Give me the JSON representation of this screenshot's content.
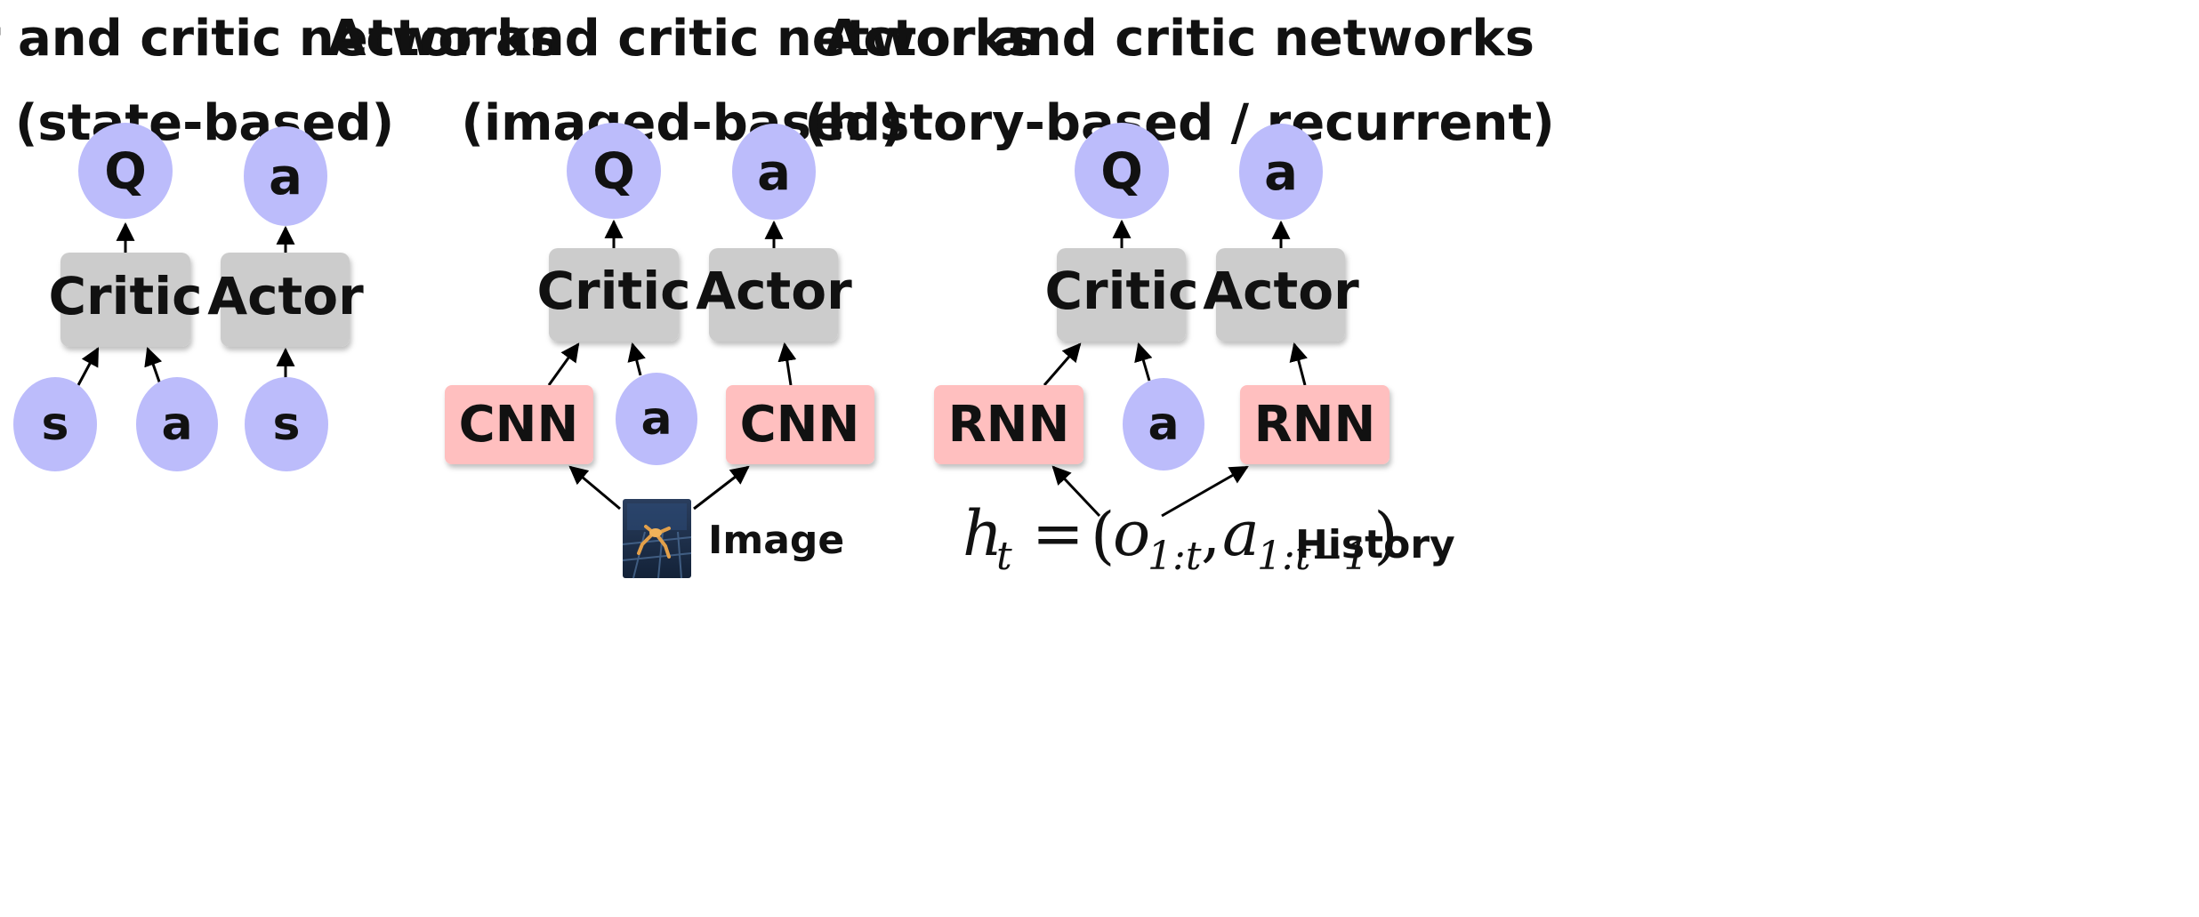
{
  "colors": {
    "node_fill": "#bcbcfb",
    "box_fill": "#cccccc",
    "encoder_fill": "#ffbfbf",
    "arrow": "#000000",
    "text": "#111111"
  },
  "panels": [
    {
      "title_line1": "Actor and critic networks",
      "title_line2": "(state-based)",
      "critic": {
        "output": "Q",
        "box": "Critic",
        "inputs": [
          "s",
          "a"
        ]
      },
      "actor": {
        "output": "a",
        "box": "Actor",
        "input": "s"
      }
    },
    {
      "title_line1": "Actor and critic networks",
      "title_line2": "(imaged-based)",
      "critic": {
        "output": "Q",
        "box": "Critic",
        "encoder": "CNN",
        "action": "a"
      },
      "actor": {
        "output": "a",
        "box": "Actor",
        "encoder": "CNN"
      },
      "source": {
        "label": "Image",
        "icon": "ant-robot-thumbnail"
      }
    },
    {
      "title_line1": "Actor and critic networks",
      "title_line2": "(history-based / recurrent)",
      "critic": {
        "output": "Q",
        "box": "Critic",
        "encoder": "RNN",
        "action": "a"
      },
      "actor": {
        "output": "a",
        "box": "Actor",
        "encoder": "RNN"
      },
      "source": {
        "label": "History",
        "formula": {
          "lhs": "h",
          "lhs_sub": "t",
          "equals": "=",
          "o": "o",
          "o_sub": "1:t",
          "a": "a",
          "a_sub": "1:t−1"
        }
      }
    }
  ]
}
